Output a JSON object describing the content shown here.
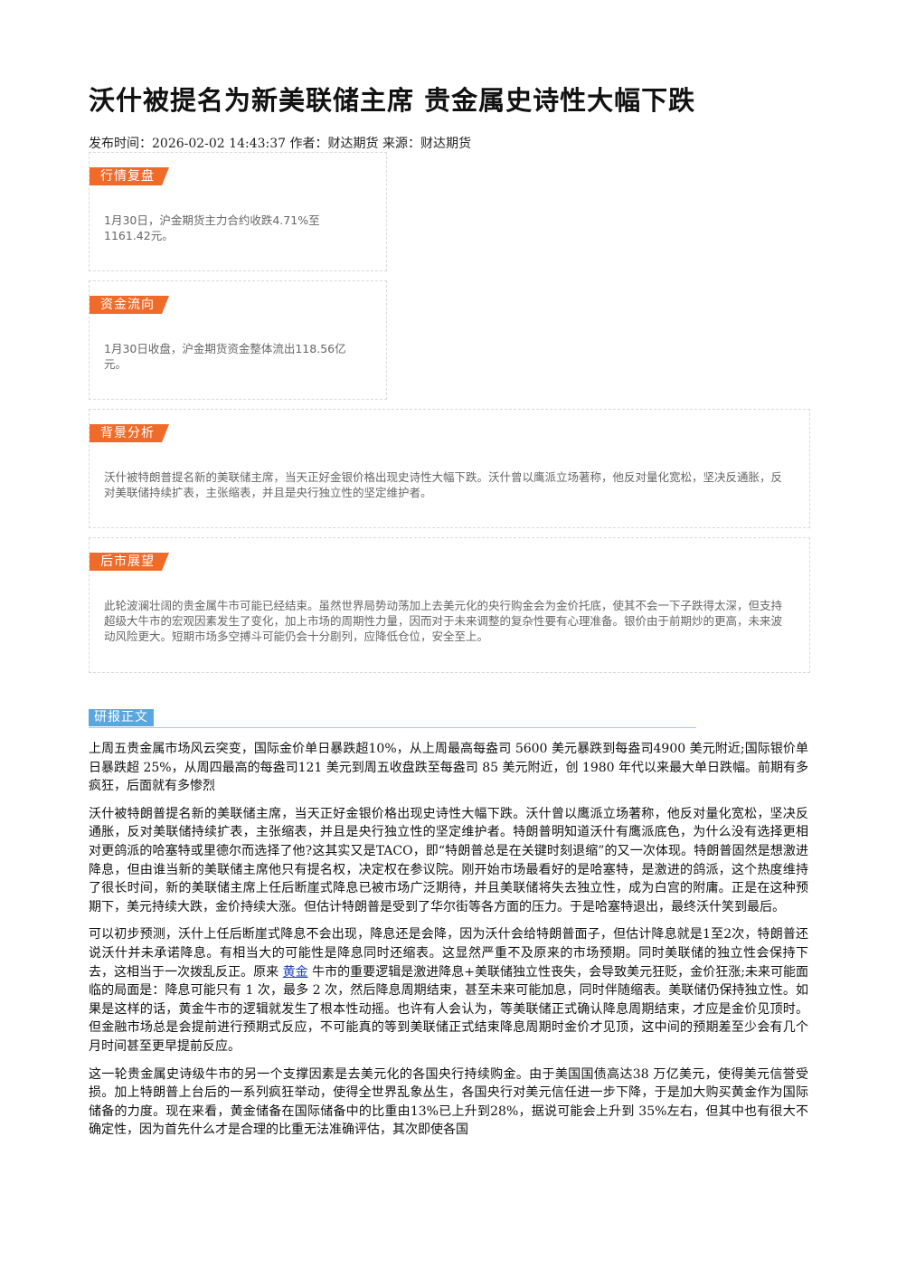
{
  "article": {
    "title": "沃什被提名为新美联储主席 贵金属史诗性大幅下跌",
    "meta": "发布时间：2026-02-02 14:43:37 作者：财达期货 来源：财达期货"
  },
  "sections": [
    {
      "tag": "行情复盘",
      "body": "1月30日，沪金期货主力合约收跌4.71%至1161.42元。"
    },
    {
      "tag": "资金流向",
      "body": "1月30日收盘，沪金期货资金整体流出118.56亿元。"
    },
    {
      "tag": "背景分析",
      "body": "沃什被特朗普提名新的美联储主席，当天正好金银价格出现史诗性大幅下跌。沃什曾以鹰派立场著称，他反对量化宽松，坚决反通胀，反对美联储持续扩表，主张缩表，并且是央行独立性的坚定维护者。"
    },
    {
      "tag": "后市展望",
      "body": "此轮波澜壮阔的贵金属牛市可能已经结束。虽然世界局势动荡加上去美元化的央行购金会为金价托底，使其不会一下子跌得太深，但支持超级大牛市的宏观因素发生了变化，加上市场的周期性力量，因而对于未来调整的复杂性要有心理准备。银价由于前期炒的更高，未来波动风险更大。短期市场多空搏斗可能仍会十分剧列，应降低仓位，安全至上。"
    }
  ],
  "report": {
    "tag": "研报正文",
    "p1": "上周五贵金属市场风云突变，国际金价单日暴跌超10%，从上周最高每盎司 5600 美元暴跌到每盎司4900 美元附近;国际银价单日暴跌超 25%，从周四最高的每盎司121 美元到周五收盘跌至每盎司 85 美元附近，创 1980 年代以来最大单日跌幅。前期有多疯狂，后面就有多惨烈",
    "p2": "沃什被特朗普提名新的美联储主席，当天正好金银价格出现史诗性大幅下跌。沃什曾以鹰派立场著称，他反对量化宽松，坚决反通胀，反对美联储持续扩表，主张缩表，并且是央行独立性的坚定维护者。特朗普明知道沃什有鹰派底色，为什么没有选择更相对更鸽派的哈塞特或里德尔而选择了他?这其实又是TACO，即“特朗普总是在关键时刻退缩”的又一次体现。特朗普固然是想激进降息，但由谁当新的美联储主席他只有提名权，决定权在参议院。刚开始市场最看好的是哈塞特，是激进的鸽派，这个热度维持了很长时间，新的美联储主席上任后断崖式降息已被市场广泛期待，并且美联储将失去独立性，成为白宫的附庸。正是在这种预期下，美元持续大跌，金价持续大涨。但估计特朗普是受到了华尔街等各方面的压力。于是哈塞特退出，最终沃什笑到最后。",
    "p3a": "可以初步预测，沃什上任后断崖式降息不会出现，降息还是会降，因为沃什会给特朗普面子，但估计降息就是1至2次，特朗普还说沃什并未承诺降息。有相当大的可能性是降息同时还缩表。这显然严重不及原来的市场预期。同时美联储的独立性会保持下去，这相当于一次拨乱反正。原来 ",
    "p3link": "黄金",
    "p3b": " 牛市的重要逻辑是激进降息+美联储独立性丧失，会导致美元狂贬，金价狂涨;未来可能面临的局面是：降息可能只有 1 次，最多 2 次，然后降息周期结束，甚至未来可能加息，同时伴随缩表。美联储仍保持独立性。如果是这样的话，黄金牛市的逻辑就发生了根本性动摇。也许有人会认为，等美联储正式确认降息周期结束，才应是金价见顶时。但金融市场总是会提前进行预期式反应，不可能真的等到美联储正式结束降息周期时金价才见顶，这中间的预期差至少会有几个月时间甚至更早提前反应。",
    "p4": "这一轮贵金属史诗级牛市的另一个支撑因素是去美元化的各国央行持续购金。由于美国国债高达38 万亿美元，使得美元信誉受损。加上特朗普上台后的一系列疯狂举动，使得全世界乱象丛生，各国央行对美元信任进一步下降，于是加大购买黄金作为国际储备的力度。现在来看，黄金储备在国际储备中的比重由13%已上升到28%，据说可能会上升到 35%左右，但其中也有很大不确定性，因为首先什么才是合理的比重无法准确评估，其次即使各国"
  },
  "colors": {
    "tag_orange": "#f06b2a",
    "tag_blue": "#5aa7de",
    "link": "#1a3fbf"
  }
}
